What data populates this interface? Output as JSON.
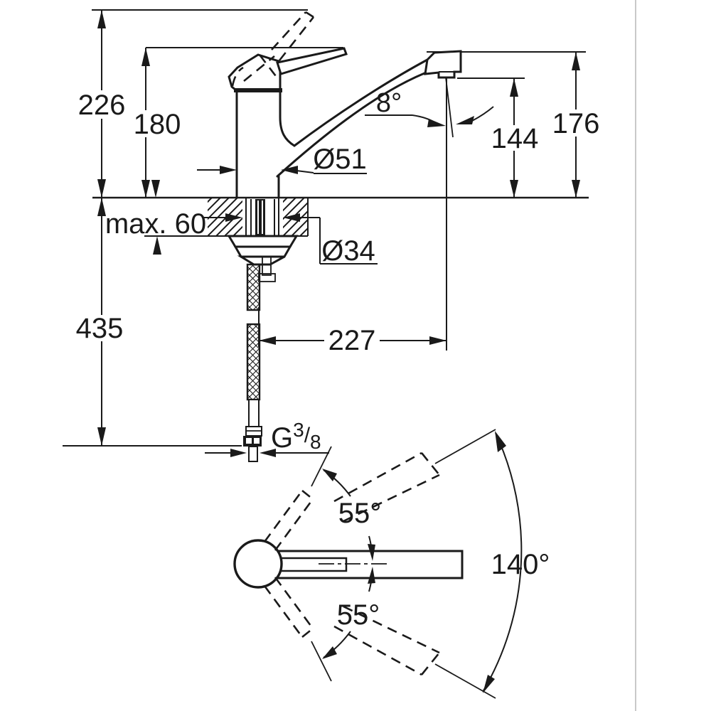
{
  "figure": {
    "kind": "faucet installation dimensional drawing",
    "colors": {
      "ink": "#1a1a1a",
      "background": "#ffffff",
      "frame_border": "#c9c9c9"
    },
    "labels": {
      "total_height": "226",
      "body_height": "180",
      "spout_end_height": "176",
      "outlet_height": "144",
      "stream_angle": "8°",
      "body_diameter": "Ø51",
      "max_counter_thickness": "max. 60",
      "hole_diameter": "Ø34",
      "hose_length": "435",
      "projection": "227",
      "thread_prefix": "G",
      "thread_numerator": "3",
      "thread_slash": "/",
      "thread_denominator": "8",
      "handle_swing_upper": "55°",
      "handle_swing_lower": "55°",
      "spout_swivel": "140°"
    }
  }
}
